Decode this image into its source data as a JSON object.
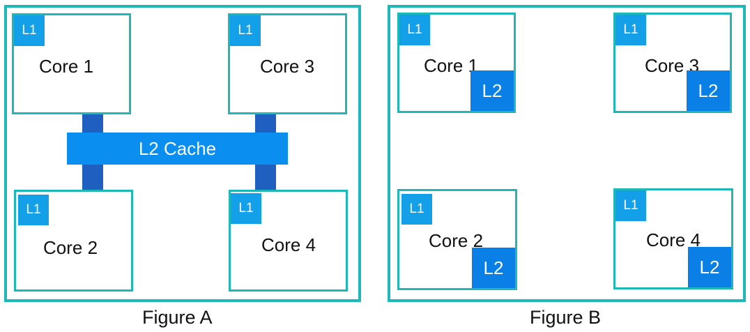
{
  "figure_a": {
    "caption": "Figure A",
    "l2_cache_label": "L2 Cache",
    "cores": [
      {
        "name": "Core 1",
        "l1": "L1"
      },
      {
        "name": "Core 3",
        "l1": "L1"
      },
      {
        "name": "Core 2",
        "l1": "L1"
      },
      {
        "name": "Core 4",
        "l1": "L1"
      }
    ]
  },
  "figure_b": {
    "caption": "Figure B",
    "cores": [
      {
        "name": "Core 1",
        "l1": "L1",
        "l2": "L2"
      },
      {
        "name": "Core 3",
        "l1": "L1",
        "l2": "L2"
      },
      {
        "name": "Core 2",
        "l1": "L1",
        "l2": "L2"
      },
      {
        "name": "Core 4",
        "l1": "L1",
        "l2": "L2"
      }
    ]
  },
  "colors": {
    "border": "#1fb8b8",
    "l1": "#14a0e8",
    "l2": "#0a7fe6",
    "cache": "#0a8ef0",
    "bus": "#1f5fc0"
  }
}
